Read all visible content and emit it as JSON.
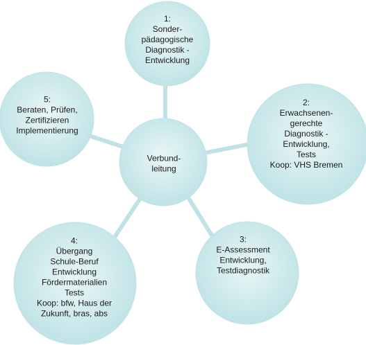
{
  "diagram": {
    "center": {
      "lines": [
        "Verbund-",
        "leitung"
      ]
    },
    "nodes": [
      {
        "id": "node-1",
        "lines": [
          "1:",
          "Sonder-",
          "pädagogische",
          "Diagnostik -",
          "Entwicklung"
        ]
      },
      {
        "id": "node-2",
        "lines": [
          "2:",
          "Erwachsenen-",
          "gerechte",
          "Diagnostik -",
          "Entwicklung,",
          "Tests",
          "Koop: VHS Bremen"
        ]
      },
      {
        "id": "node-3",
        "lines": [
          "3:",
          "E-Assessment",
          "Entwicklung,",
          "Testdiagnostik"
        ]
      },
      {
        "id": "node-4",
        "lines": [
          "4:",
          "Übergang",
          "Schule-Beruf",
          "Entwicklung",
          "Fördermaterialien",
          "Tests",
          "Koop: bfw, Haus der",
          "Zukunft, bras, abs"
        ]
      },
      {
        "id": "node-5",
        "lines": [
          "5:",
          "Beraten, Prüfen,",
          "Zertifizieren",
          "Implementierung"
        ]
      }
    ],
    "colors": {
      "circle_center": "#eaf6f6",
      "circle_edge": "#bfe3e6",
      "connector": "#c0e1e5",
      "text": "#1a1a1a"
    }
  }
}
